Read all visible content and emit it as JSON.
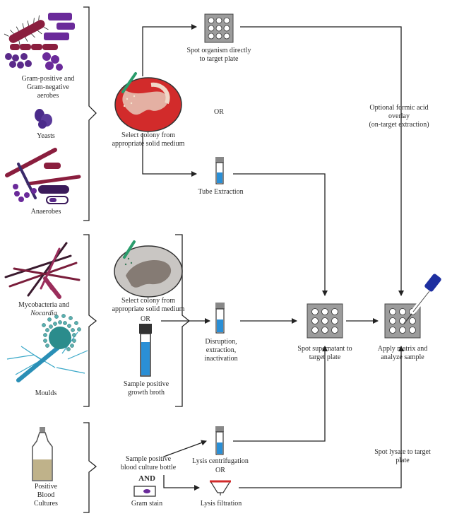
{
  "organisms": {
    "aerobes": "Gram-positive and\nGram-negative\naerobes",
    "yeasts": "Yeasts",
    "anaerobes": "Anaerobes",
    "mycobacteria_line1": "Mycobacteria and",
    "mycobacteria_line2": "Nocardia",
    "moulds": "Moulds",
    "blood": "Positive\nBlood\nCultures"
  },
  "steps": {
    "select_colony_1": "Select colony from\nappropriate solid medium",
    "spot_directly": "Spot organism directly\nto target plate",
    "or_1": "OR",
    "tube_extraction": "Tube Extraction",
    "formic_acid": "Optional formic acid\noverlay\n(on-target extraction)",
    "select_colony_2": "Select colony from\nappropriate solid medium",
    "or_2": "OR",
    "sample_broth": "Sample positive\ngrowth broth",
    "disruption": "Disruption,\nextraction,\ninactivation",
    "spot_supernatant": "Spot supernatant to\ntarget plate",
    "apply_matrix": "Apply matrix and\nanalyze sample",
    "sample_blood": "Sample positive\nblood culture bottle",
    "and": "AND",
    "gram_stain": "Gram stain",
    "lysis_centrifugation": "Lysis centrifugation",
    "or_3": "OR",
    "lysis_filtration": "Lysis filtration",
    "spot_lysate": "Spot lysate to target\nplate"
  },
  "colors": {
    "plate_red": "#d22b2b",
    "plate_grey": "#c9c6c3",
    "tube_blue": "#2a8fd6",
    "purple": "#6a2a9a",
    "maroon": "#7a1d3b",
    "target_grey": "#9c9c9c",
    "teal": "#2b9c9c"
  }
}
